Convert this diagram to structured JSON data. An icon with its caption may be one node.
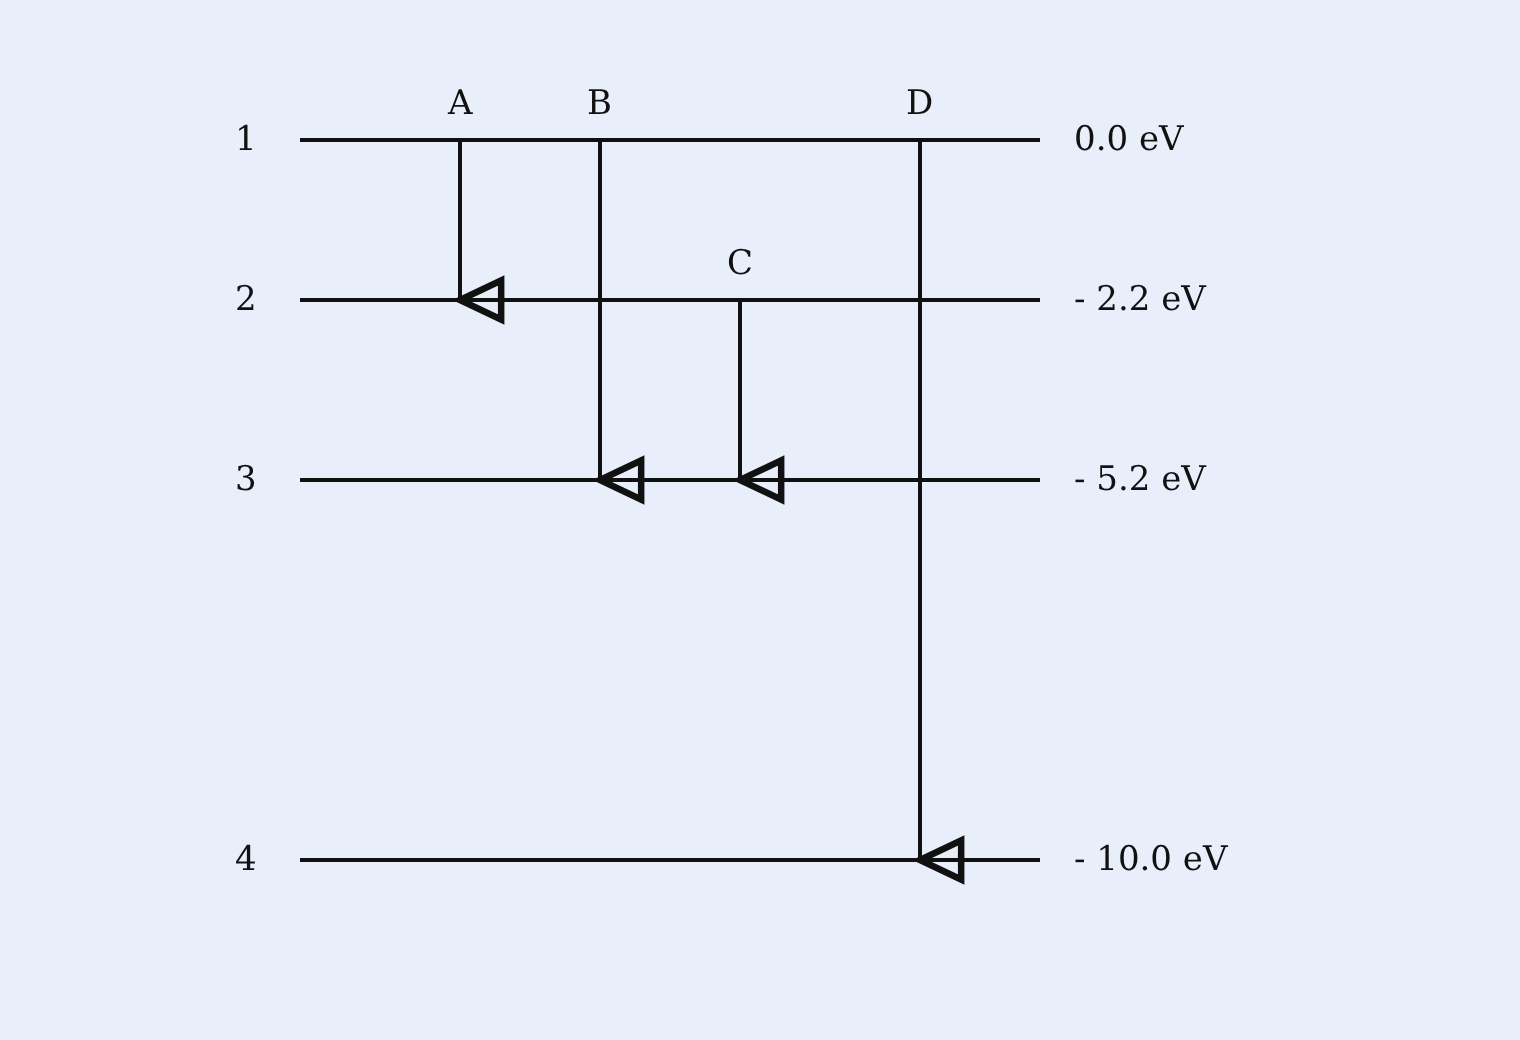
{
  "diagram": {
    "nodes": [
      {
        "text": [],
        "shape": "line",
        "beside": [
          "1",
          "0.0 eV"
        ]
      },
      {
        "text": [],
        "shape": "line",
        "beside": [
          "2",
          "- 2.2 eV"
        ]
      },
      {
        "text": [],
        "shape": "line",
        "beside": [
          "3",
          "- 5.2 eV"
        ]
      },
      {
        "text": [],
        "shape": "line",
        "beside": [
          "4",
          "- 10.0 eV"
        ]
      }
    ],
    "edges": [
      {
        "from": 0,
        "to": 1,
        "arrow": "to",
        "label": "A"
      },
      {
        "from": 0,
        "to": 2,
        "arrow": "to",
        "label": "B"
      },
      {
        "from": 1,
        "to": 2,
        "arrow": "to",
        "label": "C"
      },
      {
        "from": 0,
        "to": 3,
        "arrow": "to",
        "label": "D"
      }
    ]
  }
}
